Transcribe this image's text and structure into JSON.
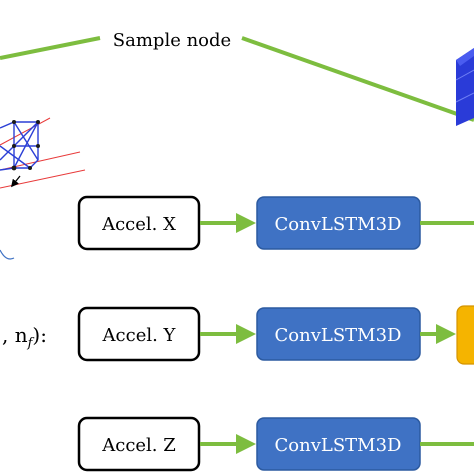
{
  "sample_node_label": "Sample node",
  "inputs": [
    {
      "label": "Accel. X"
    },
    {
      "label": "Accel. Y"
    },
    {
      "label": "Accel. Z"
    }
  ],
  "blocks": [
    {
      "label": "ConvLSTM3D"
    },
    {
      "label": "ConvLSTM3D"
    },
    {
      "label": "ConvLSTM3D"
    }
  ],
  "shape_fragment": ", n",
  "shape_fragment_subscript": "f",
  "shape_fragment_tail": "):",
  "colors": {
    "green_line": "#7dbd3f",
    "block_fill": "#3f72c4",
    "block_border": "#2c5aa0",
    "input_border": "#000000",
    "truss": "#2b3fd6",
    "red_lines": "#e83a3a",
    "orange_box": "#f5b400",
    "cube": "#2a3bd8"
  }
}
